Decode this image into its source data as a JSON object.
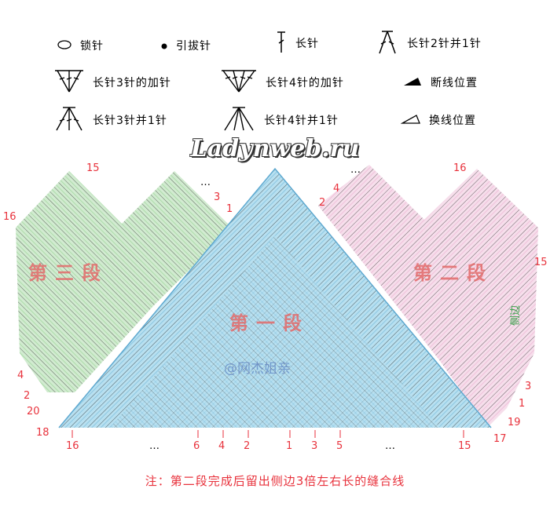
{
  "legend": [
    {
      "icon": "chain-stitch-icon",
      "label": "锁针"
    },
    {
      "icon": "slip-stitch-icon",
      "label": "引拔针"
    },
    {
      "icon": "double-crochet-icon",
      "label": "长针"
    },
    {
      "icon": "dc2tog-icon",
      "label": "长针2针并1针"
    },
    {
      "icon": "dc3-increase-icon",
      "label": "长针3针的加针"
    },
    {
      "icon": "dc4-increase-icon",
      "label": "长针4针的加针"
    },
    {
      "icon": "break-yarn-icon",
      "label": "断线位置"
    },
    {
      "icon": "dc3tog-icon",
      "label": "长针3针并1针"
    },
    {
      "icon": "dc4tog-icon",
      "label": "长针4针并1针"
    },
    {
      "icon": "join-yarn-icon",
      "label": "换线位置"
    }
  ],
  "brand": "Ladynweb.ru",
  "sections": {
    "third": "第三段",
    "first": "第一段",
    "second": "第二段",
    "side": "侧边"
  },
  "watermark": "@网杰姐亲",
  "row_labels": {
    "top_left": [
      "15",
      "16",
      "3",
      "1",
      "…"
    ],
    "top_right": [
      "16",
      "4",
      "2",
      "…"
    ],
    "left_side": [
      "4",
      "2",
      "20",
      "18"
    ],
    "right_side": [
      "15",
      "3",
      "1",
      "19",
      "17"
    ],
    "bottom": [
      "16",
      "…",
      "6",
      "4",
      "2",
      "1",
      "3",
      "5",
      "…",
      "15"
    ]
  },
  "note": "注：第二段完成后留出侧边3倍左右长的缝合线",
  "colors": {
    "first_section": "#a8d8ec",
    "third_section": "#c7e7c6",
    "second_section": "#f4d3e4",
    "label_red": "#e8323c"
  }
}
